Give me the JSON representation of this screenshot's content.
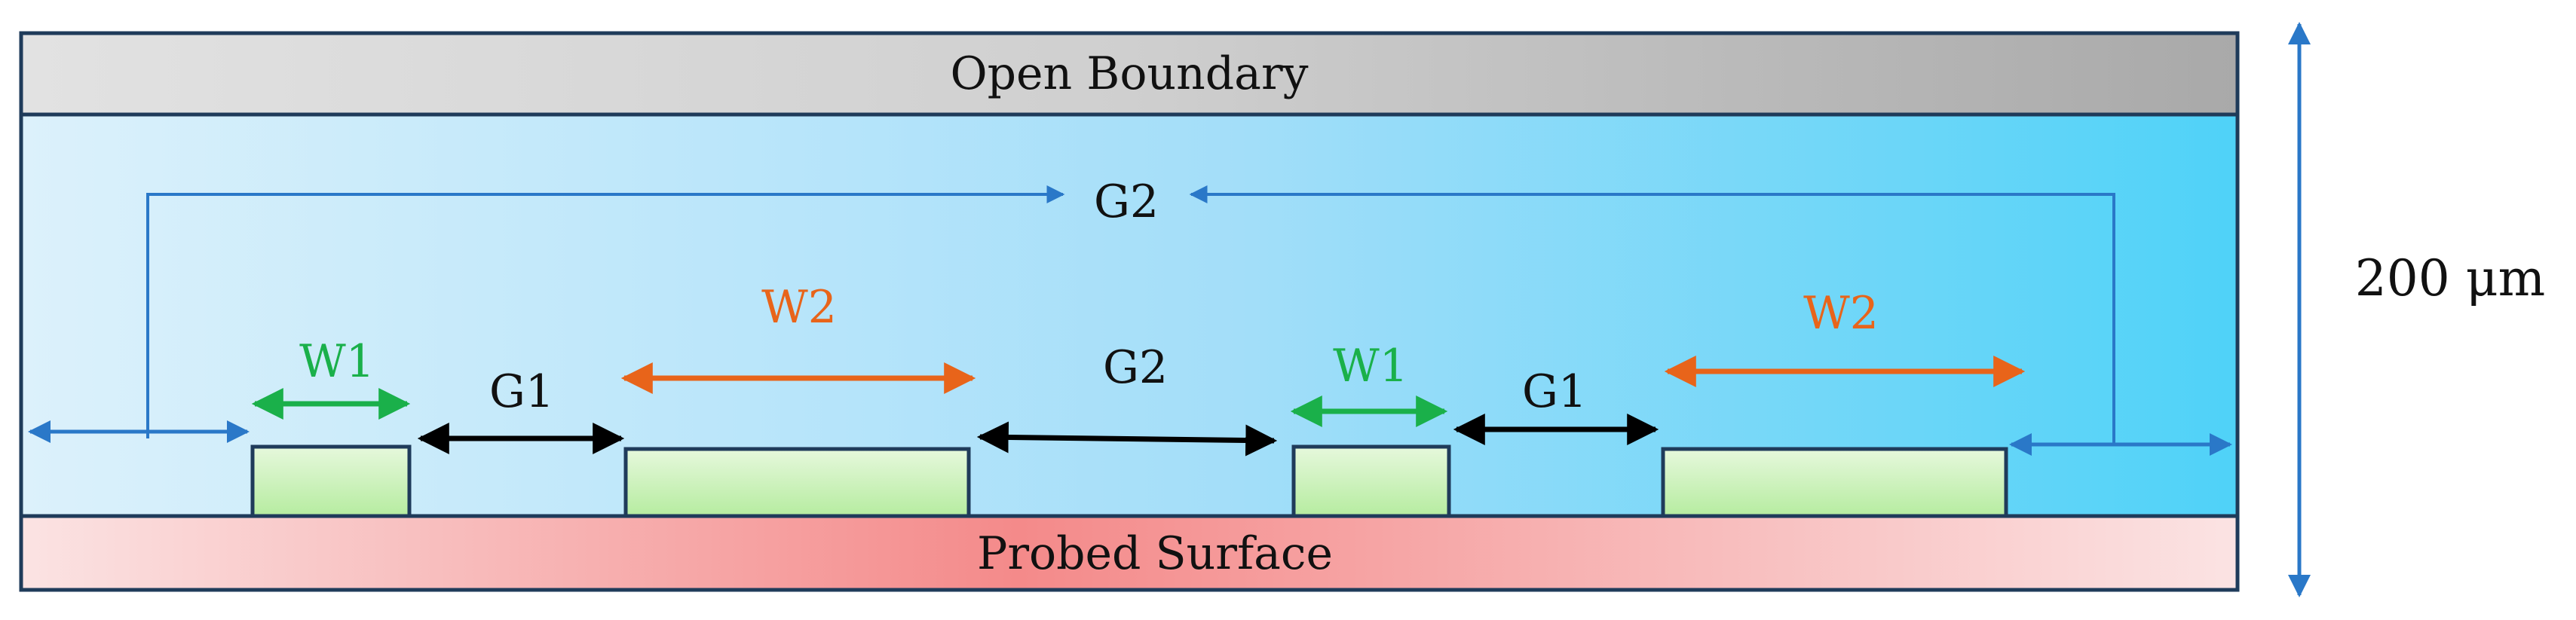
{
  "top_boundary": {
    "label": "Open Boundary"
  },
  "bottom_surface": {
    "label": "Probed Surface"
  },
  "height_annotation": {
    "label": "200 μm"
  },
  "dimensions": {
    "w1_left": "W1",
    "g1_left": "G1",
    "w2_left": "W2",
    "g2_middle": "G2",
    "w1_right": "W1",
    "g1_right": "G1",
    "w2_right": "W2",
    "g2_period": "G2"
  },
  "colors": {
    "boundary_fill": "#d6d6d6",
    "substrate_pink": "#f48a8a",
    "medium_light": "#dcf1fb",
    "medium_dark": "#4fd2f8",
    "electrode_fill": "#c8f0b8",
    "period_arrow_blue": "#2a78c8",
    "w1_green": "#1ab04a",
    "w2_orange": "#e8641a",
    "gap_black": "#000000"
  }
}
